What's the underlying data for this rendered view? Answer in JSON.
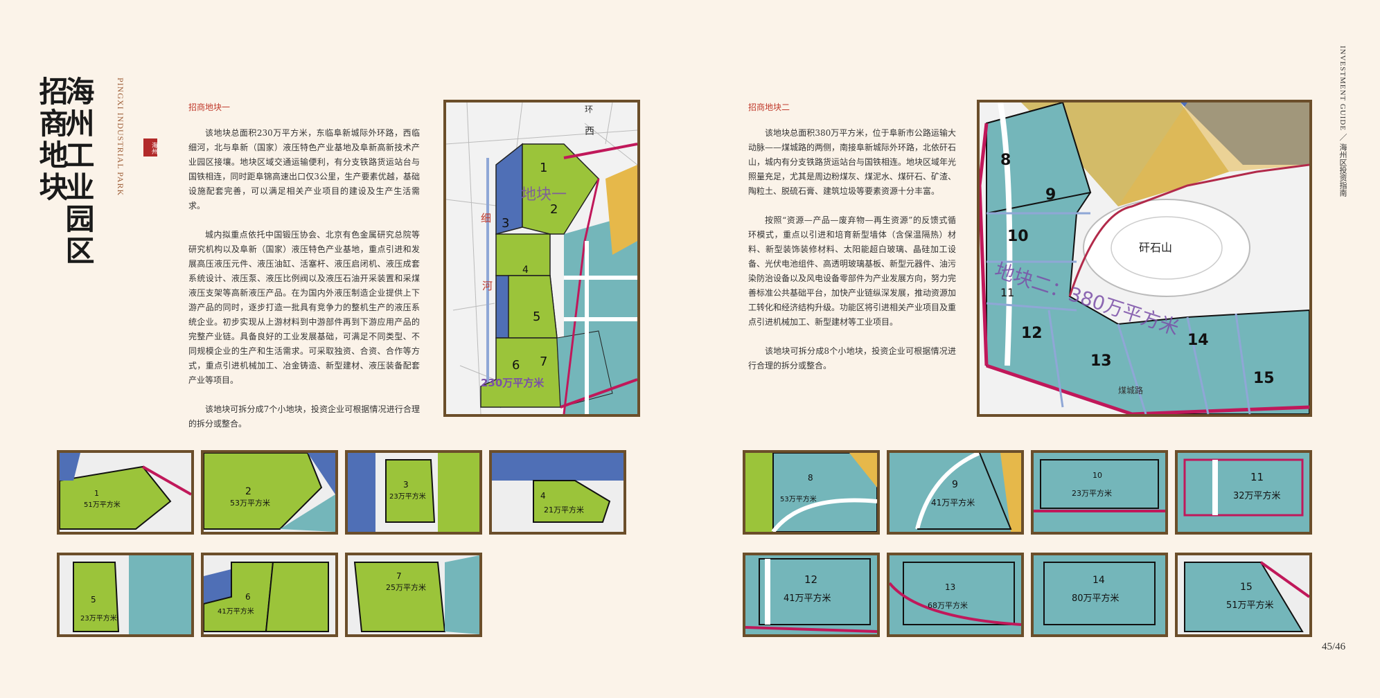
{
  "title": {
    "line1": "海州工业园区",
    "line2": "招商地块"
  },
  "park_en": "PINGXI INDUSTRIAL PARK",
  "seal": "海州",
  "runner": {
    "en": "INVESTMENT GUIDE",
    "cn": "海州区投资指南"
  },
  "page_number": "45/46",
  "section1": {
    "heading": "招商地块一",
    "paragraphs": [
      "该地块总面积230万平方米，东临阜新城际外环路，西临细河，北与阜新（国家）液压特色产业基地及阜新高新技术产业园区接壤。地块区域交通运输便利，有分支铁路货运站台与国铁相连，同时距阜锦高速出口仅3公里，生产要素优越，基础设施配套完善，可以满足相关产业项目的建设及生产生活需求。",
      "城内拟重点依托中国锻压协会、北京有色金属研究总院等研究机构以及阜新（国家）液压特色产业基地，重点引进和发展高压液压元件、液压油缸、活塞杆、液压启闭机、液压成套系统设计、液压泵、液压比例阀以及液压石油开采装置和采煤液压支架等高新液压产品。在为国内外液压制造企业提供上下游产品的同时，逐步打造一批具有竞争力的整机生产的液压系统企业。初步实现从上游材料到中游部件再到下游应用产品的完整产业链。具备良好的工业发展基础，可满足不同类型、不同规模企业的生产和生活需求。可采取独资、合资、合作等方式，重点引进机械加工、冶金铸造、新型建材、液压装备配套产业等项目。",
      "该地块可拆分成7个小地块，投资企业可根据情况进行合理的拆分或整合。"
    ]
  },
  "section2": {
    "heading": "招商地块二",
    "paragraphs": [
      "该地块总面积380万平方米，位于阜新市公路运输大动脉——煤城路的两侧，南接阜新城际外环路，北依矸石山，城内有分支铁路货运站台与国铁相连。地块区域年光照量充足，尤其是周边粉煤灰、煤泥水、煤矸石、矿渣、陶粒土、脱硫石膏、建筑垃圾等要素资源十分丰富。",
      "按照“资源—产品—废弃物—再生资源”的反馈式循环模式，重点以引进和培育新型墙体（含保温隔热）材料、新型装饰装修材料、太阳能超白玻璃、晶硅加工设备、光伏电池组件、高透明玻璃基板、新型元器件、油污染防治设备以及风电设备零部件为产业发展方向，努力完善标准公共基础平台，加快产业链纵深发展，推动资源加工转化和经济结构升级。功能区将引进相关产业项目及重点引进机械加工、新型建材等工业项目。",
      "该地块可拆分成8个小地块，投资企业可根据情况进行合理的拆分或整合。"
    ]
  },
  "map1": {
    "labels": {
      "west": "西",
      "ring": "环",
      "river1": "细",
      "river2": "河",
      "district": "地块一",
      "area": "230万平方米"
    },
    "parcels": [
      "1",
      "2",
      "3",
      "4",
      "5",
      "6",
      "7"
    ]
  },
  "map2": {
    "labels": {
      "mountain": "矸石山",
      "district": "地块二：380万平方米",
      "road": "煤城路"
    },
    "parcels": [
      "8",
      "9",
      "10",
      "11",
      "12",
      "13",
      "14",
      "15"
    ]
  },
  "thumbs1": [
    {
      "num": "1",
      "area": "51万平方米"
    },
    {
      "num": "2",
      "area": "53万平方米"
    },
    {
      "num": "3",
      "area": "23万平方米"
    },
    {
      "num": "4",
      "area": "21万平方米"
    },
    {
      "num": "5",
      "area": "23万平方米"
    },
    {
      "num": "6",
      "area": "41万平方米"
    },
    {
      "num": "7",
      "area": "25万平方米"
    }
  ],
  "thumbs2": [
    {
      "num": "8",
      "area": "53万平方米"
    },
    {
      "num": "9",
      "area": "41万平方米"
    },
    {
      "num": "10",
      "area": "23万平方米"
    },
    {
      "num": "11",
      "area": "32万平方米"
    },
    {
      "num": "12",
      "area": "41万平方米"
    },
    {
      "num": "13",
      "area": "68万平方米"
    },
    {
      "num": "14",
      "area": "80万平方米"
    },
    {
      "num": "15",
      "area": "51万平方米"
    }
  ],
  "colors": {
    "green": "#9bc43a",
    "blue": "#4f6fb6",
    "teal": "#74b6ba",
    "yellow": "#e6b84a",
    "frame": "#6b4e2a",
    "red": "#c0392b"
  }
}
